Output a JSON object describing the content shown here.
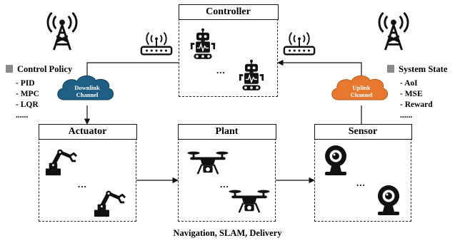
{
  "controller": {
    "title": "Controller",
    "dots": "..."
  },
  "actuator": {
    "title": "Actuator",
    "dots": "..."
  },
  "plant": {
    "title": "Plant",
    "dots": "..."
  },
  "sensor": {
    "title": "Sensor",
    "dots": "..."
  },
  "downlink": {
    "line1": "Downlink",
    "line2": "Channel",
    "color": "#1f5f85"
  },
  "uplink": {
    "line1": "Uplink",
    "line2": "Channel",
    "color": "#e8782e"
  },
  "control_policy": {
    "title": "Control Policy",
    "items": [
      "- PID",
      "- MPC",
      "- LQR",
      "......"
    ]
  },
  "system_state": {
    "title": "System State",
    "items": [
      "- AoI",
      "- MSE",
      "- Reward",
      "......"
    ]
  },
  "caption": "Navigation, SLAM, Delivery",
  "icons": [
    "cell-tower-icon",
    "wifi-router-icon",
    "robot-icon",
    "robotic-arm-icon",
    "drone-icon",
    "webcam-icon"
  ]
}
